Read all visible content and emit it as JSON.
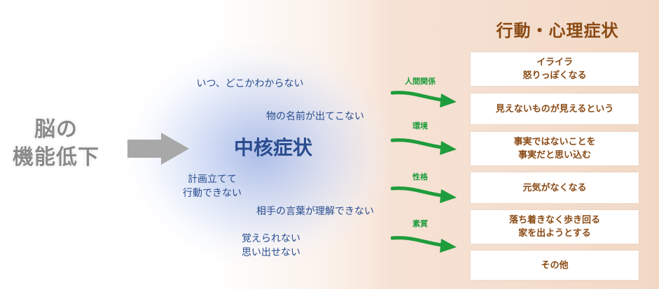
{
  "brain": {
    "line1": "脳の",
    "line2": "機能低下"
  },
  "core": {
    "title": "中核症状",
    "items": [
      {
        "text": "いつ、どこかわからない"
      },
      {
        "text": "物の名前が出てこない"
      },
      {
        "text": "計画立てて\n行動できない"
      },
      {
        "text": "相手の言葉が理解できない"
      },
      {
        "text": "覚えられない\n思い出せない"
      }
    ]
  },
  "factors": [
    "人間関係",
    "環境",
    "性格",
    "素質"
  ],
  "bpsd": {
    "title": "行動・心理症状",
    "items": [
      "イライラ\n怒りっぽくなる",
      "見えないものが見えるという",
      "事実ではないことを\n事実だと思い込む",
      "元気がなくなる",
      "落ち着きなく歩き回る\n家を出ようとする",
      "その他"
    ]
  },
  "colors": {
    "core": "#2a4d8f",
    "factor": "#1f9c3c",
    "bpsd": "#8a4a14",
    "brain": "#8a8a8a"
  }
}
